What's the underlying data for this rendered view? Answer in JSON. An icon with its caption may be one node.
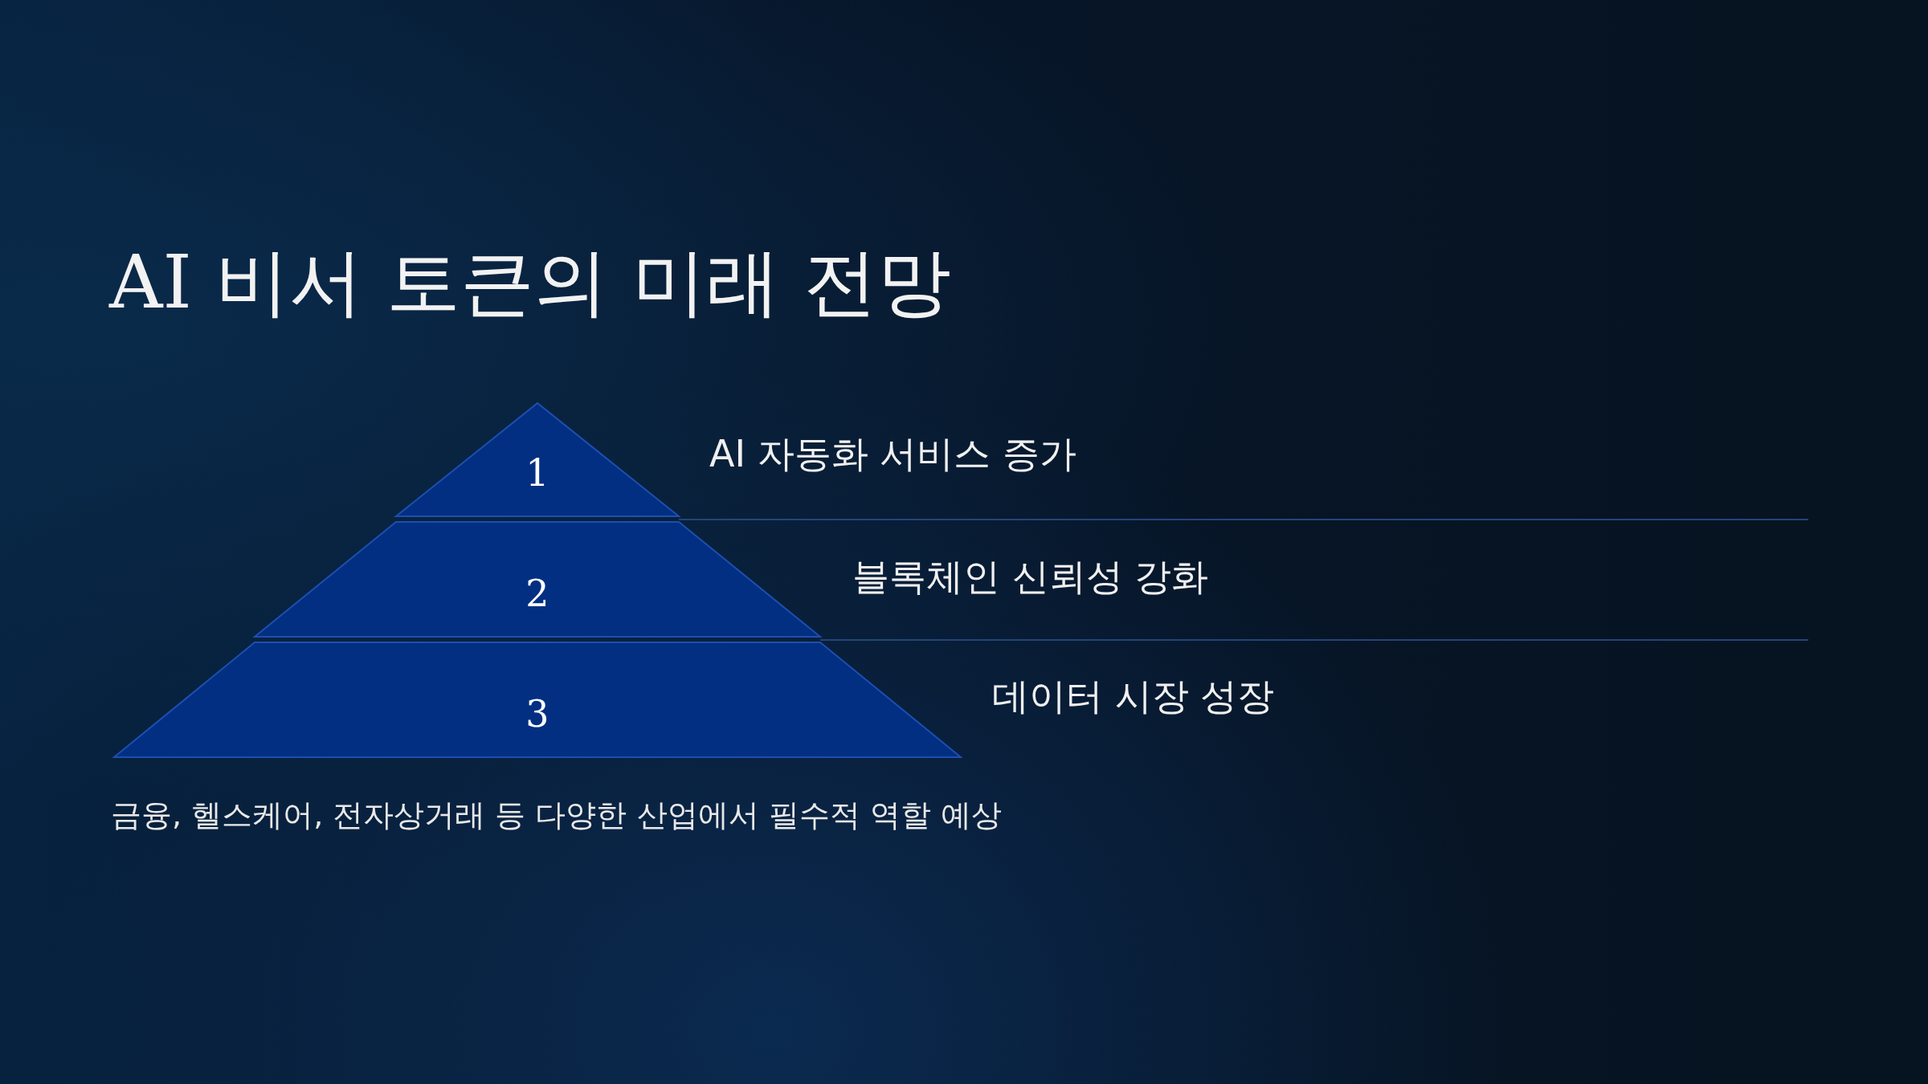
{
  "diagram": {
    "title": "AI 비서 토큰의 미래 전망",
    "nodes": [
      {
        "text": [
          "1"
        ],
        "beside": [
          "AI 자동화 서비스 증가"
        ]
      },
      {
        "text": [
          "2"
        ],
        "beside": [
          "블록체인 신뢰성 강화"
        ]
      },
      {
        "text": [
          "3"
        ],
        "beside": [
          "데이터 시장 성장"
        ]
      }
    ],
    "caption": "금융, 헬스케어, 전자상거래 등 다양한 산업에서 필수적 역할 예상"
  }
}
